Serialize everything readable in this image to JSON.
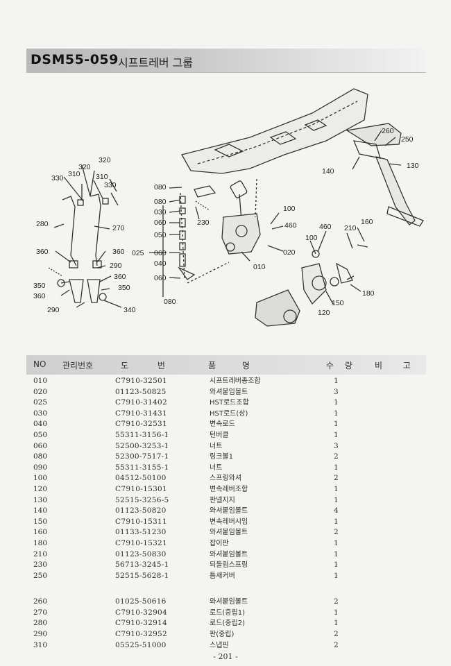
{
  "title": {
    "code": "DSM55-059",
    "name": "시프트레버 그룹"
  },
  "table": {
    "headers": {
      "no": "NO",
      "mgmt": "관리번호",
      "part_no": "도 번",
      "name": "품 명",
      "qty": "수 량",
      "note": "비 고"
    },
    "rows": [
      {
        "no": "010",
        "part_no": "C7910-32501",
        "name": "시프트레버종조합",
        "qty": "1"
      },
      {
        "no": "020",
        "part_no": "01123-50825",
        "name": "와셔붙임볼트",
        "qty": "3"
      },
      {
        "no": "025",
        "part_no": "C7910-31402",
        "name": "HST로드조합",
        "qty": "1"
      },
      {
        "no": "030",
        "part_no": "C7910-31431",
        "name": "HST로드(상)",
        "qty": "1"
      },
      {
        "no": "040",
        "part_no": "C7910-32531",
        "name": "변속로드",
        "qty": "1"
      },
      {
        "no": "050",
        "part_no": "55311-3156-1",
        "name": "턴버클",
        "qty": "1"
      },
      {
        "no": "060",
        "part_no": "52500-3253-1",
        "name": "너트",
        "qty": "3"
      },
      {
        "no": "080",
        "part_no": "52300-7517-1",
        "name": "링크볼1",
        "qty": "2"
      },
      {
        "no": "090",
        "part_no": "55311-3155-1",
        "name": "너트",
        "qty": "1"
      },
      {
        "no": "100",
        "part_no": "04512-50100",
        "name": "스프링와셔",
        "qty": "2"
      },
      {
        "no": "120",
        "part_no": "C7910-15301",
        "name": "변속레버조합",
        "qty": "1"
      },
      {
        "no": "130",
        "part_no": "52515-3256-5",
        "name": "판넬지지",
        "qty": "1"
      },
      {
        "no": "140",
        "part_no": "01123-50820",
        "name": "와셔붙임볼트",
        "qty": "4"
      },
      {
        "no": "150",
        "part_no": "C7910-15311",
        "name": "변속레버시임",
        "qty": "1"
      },
      {
        "no": "160",
        "part_no": "01133-51230",
        "name": "와셔붙임볼트",
        "qty": "2"
      },
      {
        "no": "180",
        "part_no": "C7910-15321",
        "name": "잡이판",
        "qty": "1"
      },
      {
        "no": "210",
        "part_no": "01123-50830",
        "name": "와셔붙임볼트",
        "qty": "1"
      },
      {
        "no": "230",
        "part_no": "56713-3245-1",
        "name": "되돌림스프링",
        "qty": "1"
      },
      {
        "no": "250",
        "part_no": "52515-5628-1",
        "name": "틈새커버",
        "qty": "1"
      },
      {
        "no": "260",
        "part_no": "01025-50616",
        "name": "와셔붙임볼트",
        "qty": "2"
      },
      {
        "no": "270",
        "part_no": "C7910-32904",
        "name": "로드(중립1)",
        "qty": "1"
      },
      {
        "no": "280",
        "part_no": "C7910-32914",
        "name": "로드(중립2)",
        "qty": "1"
      },
      {
        "no": "290",
        "part_no": "C7910-32952",
        "name": "판(중립)",
        "qty": "2"
      },
      {
        "no": "310",
        "part_no": "05525-51000",
        "name": "스냅핀",
        "qty": "2"
      }
    ]
  },
  "diagram": {
    "callouts": [
      "320",
      "310",
      "330",
      "310",
      "330",
      "320",
      "280",
      "270",
      "360",
      "360",
      "290",
      "360",
      "350",
      "360",
      "350",
      "290",
      "340",
      "080",
      "080",
      "030",
      "060",
      "050",
      "025",
      "060",
      "040",
      "060",
      "080",
      "230",
      "100",
      "460",
      "010",
      "020",
      "460",
      "100",
      "210",
      "160",
      "180",
      "150",
      "120",
      "260",
      "250",
      "130",
      "140"
    ]
  },
  "page_number": "- 201 -"
}
